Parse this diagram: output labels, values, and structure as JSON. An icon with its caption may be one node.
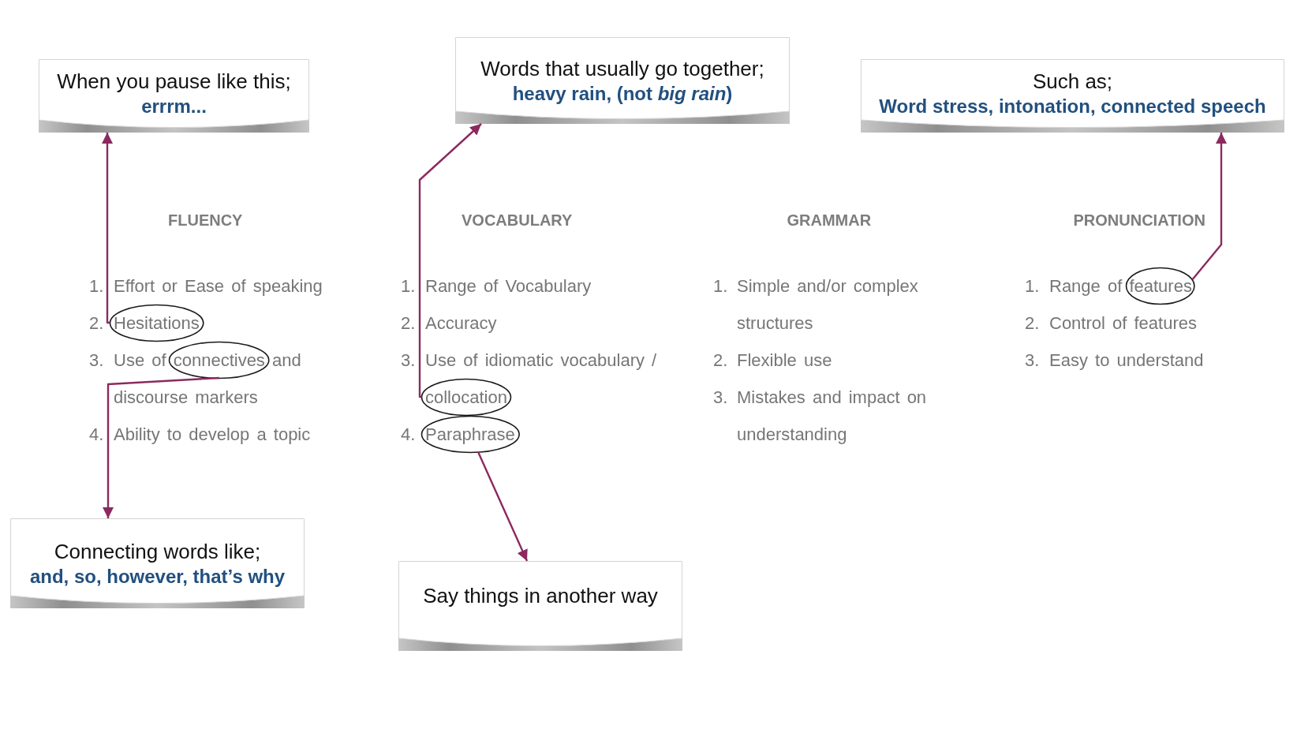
{
  "diagram": {
    "nodes": [
      {
        "text": [
          "When you pause like this;",
          "errrm..."
        ]
      },
      {
        "text": [
          "Words that usually go together;",
          "heavy rain, (not *big rain*)"
        ]
      },
      {
        "text": [
          "Such as;",
          "Word stress, intonation, connected speech"
        ]
      },
      {
        "text": [],
        "shape": "ellipse"
      },
      {
        "text": [],
        "shape": "ellipse"
      },
      {
        "text": [],
        "shape": "ellipse"
      },
      {
        "text": [],
        "shape": "ellipse"
      },
      {
        "text": [],
        "shape": "ellipse"
      },
      {
        "text": [
          "Connecting words like;",
          "and, so, however, that’s why"
        ]
      },
      {
        "text": [
          "Say things in another way"
        ]
      }
    ],
    "edges": [
      {
        "from": 3,
        "to": 0,
        "arrow": "to"
      },
      {
        "from": 4,
        "to": 8,
        "arrow": "to"
      },
      {
        "from": 5,
        "to": 1,
        "arrow": "to"
      },
      {
        "from": 6,
        "to": 9,
        "arrow": "to"
      },
      {
        "from": 7,
        "to": 2,
        "arrow": "to"
      }
    ],
    "labels": [
      "FLUENCY",
      "1.",
      "Effort or Ease of speaking",
      "2.",
      "Hesitations",
      "3.",
      "Use of connectives and discourse markers",
      "4.",
      "Ability to develop a topic",
      "VOCABULARY",
      "1.",
      "Range of Vocabulary",
      "2.",
      "Accuracy",
      "3.",
      "Use of idiomatic vocabulary / collocation",
      "4.",
      "Paraphrase",
      "GRAMMAR",
      "1.",
      "Simple and/or complex structures",
      "2.",
      "Flexible use",
      "3.",
      "Mistakes and impact on understanding",
      "PRONUNCIATION",
      "1.",
      "Range of features",
      "2.",
      "Control of features",
      "3.",
      "Easy to understand"
    ]
  }
}
